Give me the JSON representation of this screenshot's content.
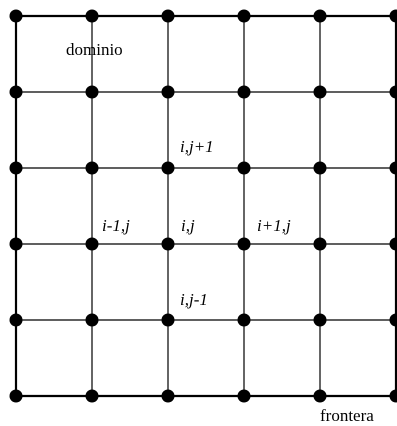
{
  "diagram": {
    "grid_columns": 6,
    "grid_rows": 6,
    "line_color": "#000000",
    "node_color": "#000000",
    "background": "#ffffff",
    "labels": {
      "domain": "dominio",
      "boundary": "frontera",
      "center": "i,j",
      "top": "i,j+1",
      "bottom": "i,j-1",
      "left": "i-1,j",
      "right": "i+1,j"
    }
  }
}
